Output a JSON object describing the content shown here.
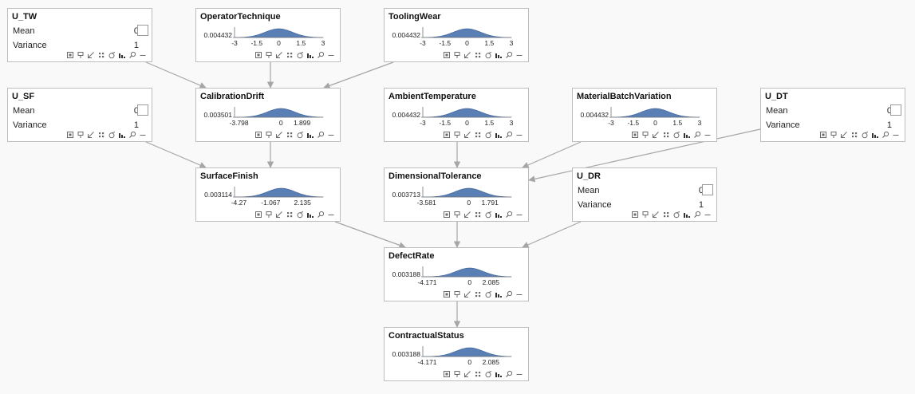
{
  "colors": {
    "background": "#f9f9f9",
    "node_border": "#bdbdbd",
    "curve_fill": "#5a7fb5",
    "curve_stroke": "#3b5f97",
    "edge": "#a6a6a6"
  },
  "toolbar_icons": [
    "box-icon",
    "pin-icon",
    "arrow-icon",
    "grid-icon",
    "sigma-icon",
    "histogram-icon",
    "magnify-icon",
    "minus-icon"
  ],
  "nodes": [
    {
      "id": "U_TW",
      "kind": "input",
      "title": "U_TW",
      "mean_label": "Mean",
      "mean_value": "0",
      "variance_label": "Variance",
      "variance_value": "1"
    },
    {
      "id": "OperatorTechnique",
      "kind": "dist",
      "title": "OperatorTechnique",
      "peak": "0.004432",
      "ticks": [
        "-3",
        "-1.5",
        "0",
        "1.5",
        "3"
      ]
    },
    {
      "id": "ToolingWear",
      "kind": "dist",
      "title": "ToolingWear",
      "peak": "0.004432",
      "ticks": [
        "-3",
        "-1.5",
        "0",
        "1.5",
        "3"
      ]
    },
    {
      "id": "U_SF",
      "kind": "input",
      "title": "U_SF",
      "mean_label": "Mean",
      "mean_value": "0",
      "variance_label": "Variance",
      "variance_value": "1"
    },
    {
      "id": "CalibrationDrift",
      "kind": "dist",
      "title": "CalibrationDrift",
      "peak": "0.003501",
      "ticks": [
        "-3.798",
        "0",
        "1.899"
      ]
    },
    {
      "id": "AmbientTemperature",
      "kind": "dist",
      "title": "AmbientTemperature",
      "peak": "0.004432",
      "ticks": [
        "-3",
        "-1.5",
        "0",
        "1.5",
        "3"
      ]
    },
    {
      "id": "MaterialBatchVariation",
      "kind": "dist",
      "title": "MaterialBatchVariation",
      "peak": "0.004432",
      "ticks": [
        "-3",
        "-1.5",
        "0",
        "1.5",
        "3"
      ]
    },
    {
      "id": "U_DT",
      "kind": "input",
      "title": "U_DT",
      "mean_label": "Mean",
      "mean_value": "0",
      "variance_label": "Variance",
      "variance_value": "1"
    },
    {
      "id": "SurfaceFinish",
      "kind": "dist",
      "title": "SurfaceFinish",
      "peak": "0.003114",
      "ticks": [
        "-4.27",
        "-1.067",
        "2.135"
      ]
    },
    {
      "id": "DimensionalTolerance",
      "kind": "dist",
      "title": "DimensionalTolerance",
      "peak": "0.003713",
      "ticks": [
        "-3.581",
        "0",
        "1.791"
      ]
    },
    {
      "id": "U_DR",
      "kind": "input",
      "title": "U_DR",
      "mean_label": "Mean",
      "mean_value": "0",
      "variance_label": "Variance",
      "variance_value": "1"
    },
    {
      "id": "DefectRate",
      "kind": "dist",
      "title": "DefectRate",
      "peak": "0.003188",
      "ticks": [
        "-4.171",
        "0",
        "2.085"
      ]
    },
    {
      "id": "ContractualStatus",
      "kind": "dist",
      "title": "ContractualStatus",
      "peak": "0.003188",
      "ticks": [
        "-4.171",
        "0",
        "2.085"
      ]
    }
  ],
  "edges": [
    [
      "U_TW",
      "CalibrationDrift"
    ],
    [
      "OperatorTechnique",
      "CalibrationDrift"
    ],
    [
      "ToolingWear",
      "CalibrationDrift"
    ],
    [
      "U_SF",
      "SurfaceFinish"
    ],
    [
      "CalibrationDrift",
      "SurfaceFinish"
    ],
    [
      "AmbientTemperature",
      "DimensionalTolerance"
    ],
    [
      "MaterialBatchVariation",
      "DimensionalTolerance"
    ],
    [
      "U_DT",
      "DimensionalTolerance"
    ],
    [
      "SurfaceFinish",
      "DefectRate"
    ],
    [
      "DimensionalTolerance",
      "DefectRate"
    ],
    [
      "U_DR",
      "DefectRate"
    ],
    [
      "DefectRate",
      "ContractualStatus"
    ]
  ]
}
